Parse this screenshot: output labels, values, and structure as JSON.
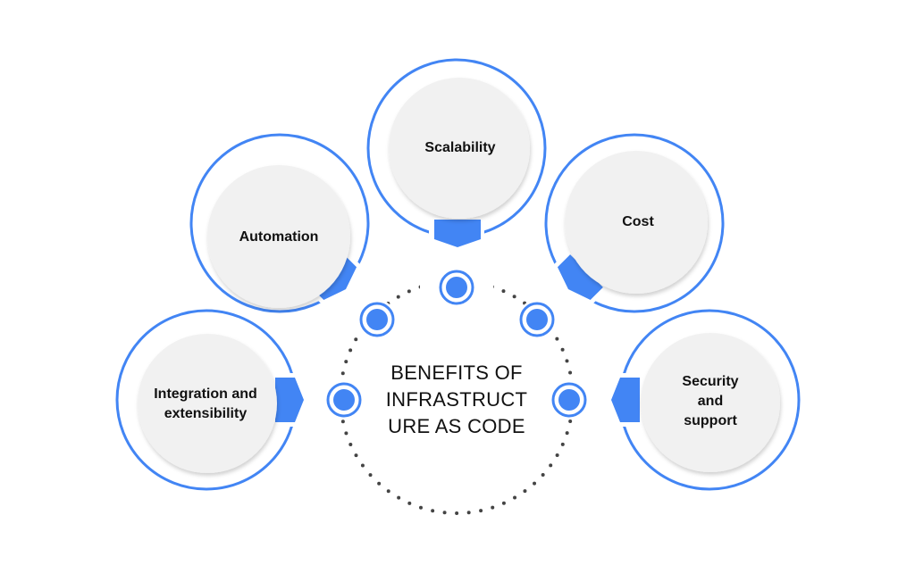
{
  "title": "BENEFITS OF INFRASTRUCT URE AS CODE",
  "center": {
    "line1": "BENEFITS OF",
    "line2": "INFRASTRUCT",
    "line3": "URE AS CODE"
  },
  "colors": {
    "accent": "#4285F4",
    "disc_fill": "#F1F1F1",
    "text": "#111111",
    "dots": "#444444",
    "background": "#FFFFFF"
  },
  "benefits": [
    {
      "id": "scalability",
      "line1": "Scalability",
      "line2": "",
      "line3": ""
    },
    {
      "id": "automation",
      "line1": "Automation",
      "line2": "",
      "line3": ""
    },
    {
      "id": "cost",
      "line1": "Cost",
      "line2": "",
      "line3": ""
    },
    {
      "id": "integration",
      "line1": "Integration and",
      "line2": "extensibility",
      "line3": ""
    },
    {
      "id": "security",
      "line1": "Security",
      "line2": "and",
      "line3": "support"
    }
  ]
}
